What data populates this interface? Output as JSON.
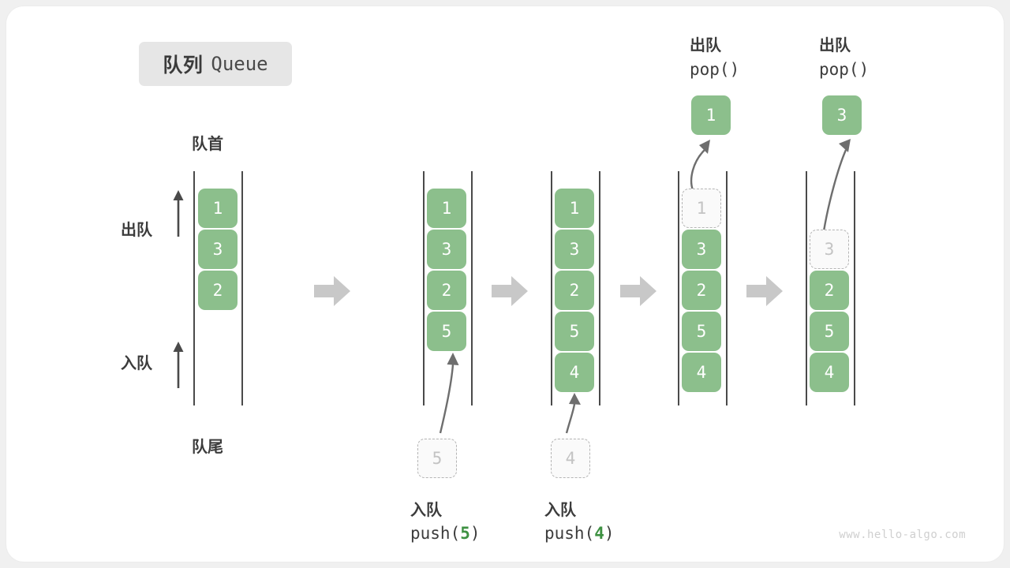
{
  "title": {
    "zh": "队列",
    "en": "Queue"
  },
  "labels": {
    "head": "队首",
    "tail": "队尾",
    "dequeue": "出队",
    "enqueue": "入队"
  },
  "watermark": "www.hello-algo.com",
  "colors": {
    "box_fill": "#8cbf8c",
    "box_text": "#ffffff",
    "ghost_fill": "#fafafa",
    "ghost_border": "#b5b5b5",
    "ghost_text": "#c3c3c3",
    "rail": "#4a4a4a",
    "step_arrow": "#c8c8c8",
    "badge_bg": "#e6e6e6",
    "accent_green": "#3e9142",
    "label_text": "#3c3c3c"
  },
  "steps": [
    {
      "id": "initial",
      "caption_zh": "",
      "caption_code": "",
      "boxes": [
        "1",
        "3",
        "2"
      ],
      "ghost_index": -1,
      "pending": null,
      "popped": null
    },
    {
      "id": "push-5",
      "caption_zh": "入队",
      "caption_code_prefix": "push(",
      "caption_code_num": "5",
      "caption_code_suffix": ")",
      "boxes": [
        "1",
        "3",
        "2",
        "5"
      ],
      "ghost_index": -1,
      "pending": "5",
      "popped": null
    },
    {
      "id": "push-4",
      "caption_zh": "入队",
      "caption_code_prefix": "push(",
      "caption_code_num": "4",
      "caption_code_suffix": ")",
      "boxes": [
        "1",
        "3",
        "2",
        "5",
        "4"
      ],
      "ghost_index": -1,
      "pending": "4",
      "popped": null
    },
    {
      "id": "pop-1",
      "caption_zh": "出队",
      "caption_code_prefix": "pop(",
      "caption_code_num": "",
      "caption_code_suffix": ")",
      "boxes": [
        "1",
        "3",
        "2",
        "5",
        "4"
      ],
      "ghost_index": 0,
      "pending": null,
      "popped": "1"
    },
    {
      "id": "pop-3",
      "caption_zh": "出队",
      "caption_code_prefix": "pop(",
      "caption_code_num": "",
      "caption_code_suffix": ")",
      "boxes": [
        "",
        "3",
        "2",
        "5",
        "4"
      ],
      "ghost_index": 1,
      "pending": null,
      "popped": "3"
    }
  ],
  "chart_data": {
    "type": "diagram",
    "title": "队列 Queue",
    "description": "Queue push/pop operation sequence",
    "columns": [
      {
        "label": "",
        "values": [
          "1",
          "3",
          "2"
        ]
      },
      {
        "label": "push(5)",
        "values": [
          "1",
          "3",
          "2",
          "5"
        ]
      },
      {
        "label": "push(4)",
        "values": [
          "1",
          "3",
          "2",
          "5",
          "4"
        ]
      },
      {
        "label": "pop()",
        "values": [
          "3",
          "2",
          "5",
          "4"
        ],
        "removed": "1"
      },
      {
        "label": "pop()",
        "values": [
          "2",
          "5",
          "4"
        ],
        "removed": "3"
      }
    ]
  }
}
